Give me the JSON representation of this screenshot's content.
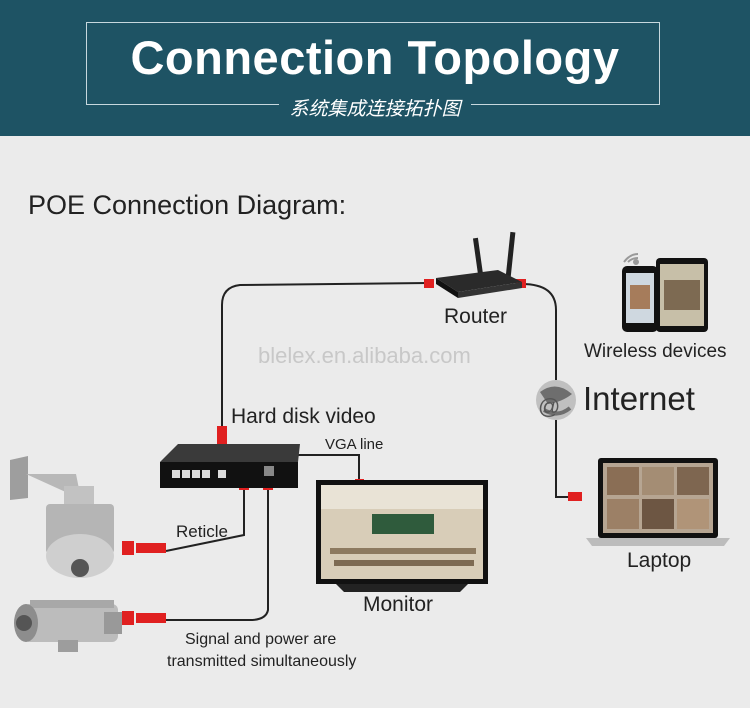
{
  "banner": {
    "title": "Connection Topology",
    "subtitle": "系统集成连接拓扑图"
  },
  "section_title": "POE Connection Diagram:",
  "watermark": "blelex.en.alibaba.com",
  "labels": {
    "router": "Router",
    "wireless_devices": "Wireless devices",
    "internet": "Internet",
    "nvr": "Hard disk video",
    "vga_line": "VGA line",
    "reticle": "Reticle",
    "monitor": "Monitor",
    "laptop": "Laptop",
    "signal_line1": "Signal and power are",
    "signal_line2": "transmitted simultaneously"
  },
  "icons": [
    "router-icon",
    "wifi-icon",
    "phone-icon",
    "tablet-icon",
    "globe-icon",
    "laptop-icon",
    "nvr-icon",
    "monitor-icon",
    "dome-camera-icon",
    "bullet-camera-icon",
    "connector-icon"
  ],
  "colors": {
    "banner_bg": "#1e5364",
    "page_bg": "#ebebeb",
    "connector": "#e02020",
    "cable": "#222222"
  }
}
